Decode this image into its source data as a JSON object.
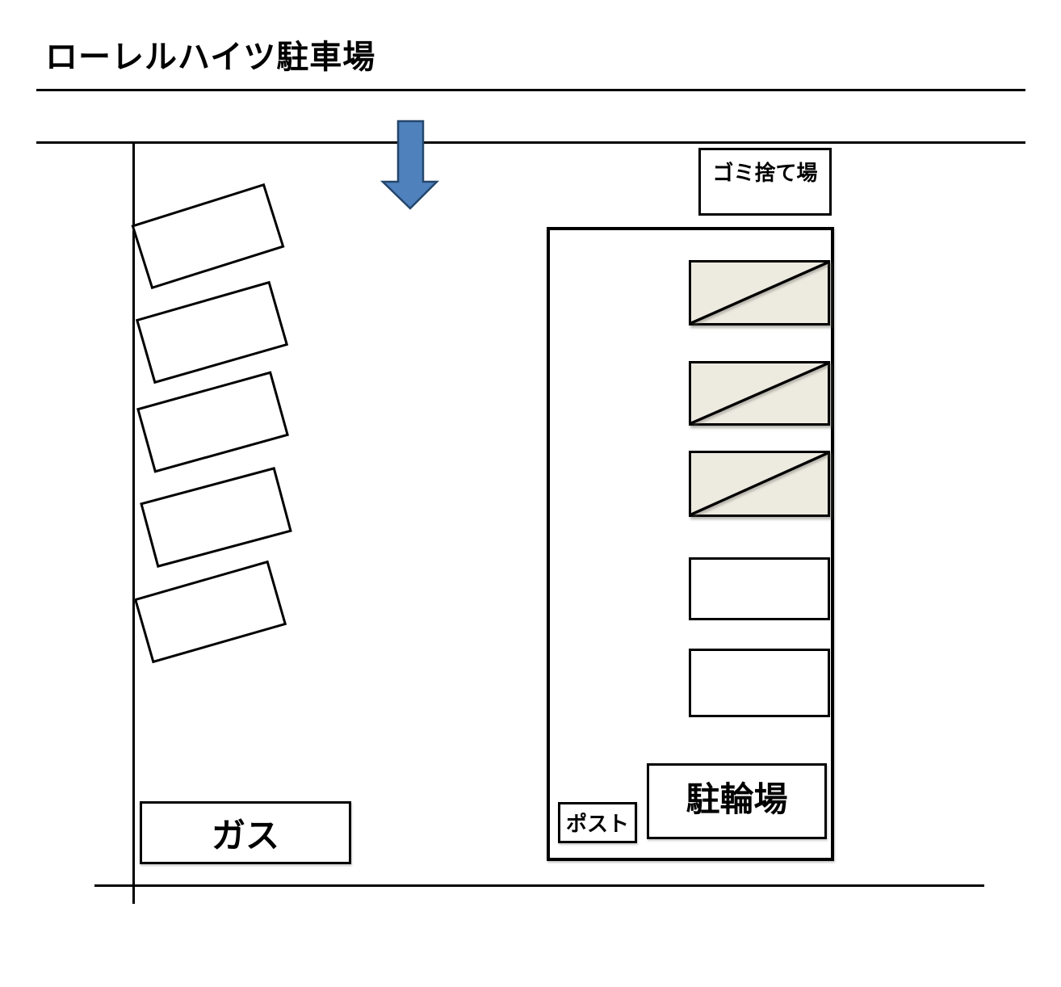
{
  "title": "ローレルハイツ駐車場",
  "labels": {
    "garbage": "ゴミ捨て場",
    "bicycle": "駐輪場",
    "post": "ポスト",
    "gas": "ガス"
  },
  "colors": {
    "arrow_fill": "#4F81BD",
    "arrow_stroke": "#24466B",
    "reserved_stall_fill": "#EDEAE0",
    "line_color": "#000000"
  },
  "counts": {
    "left_parking_spaces": 5,
    "reserved_stalls": 3,
    "open_stalls": 2
  }
}
